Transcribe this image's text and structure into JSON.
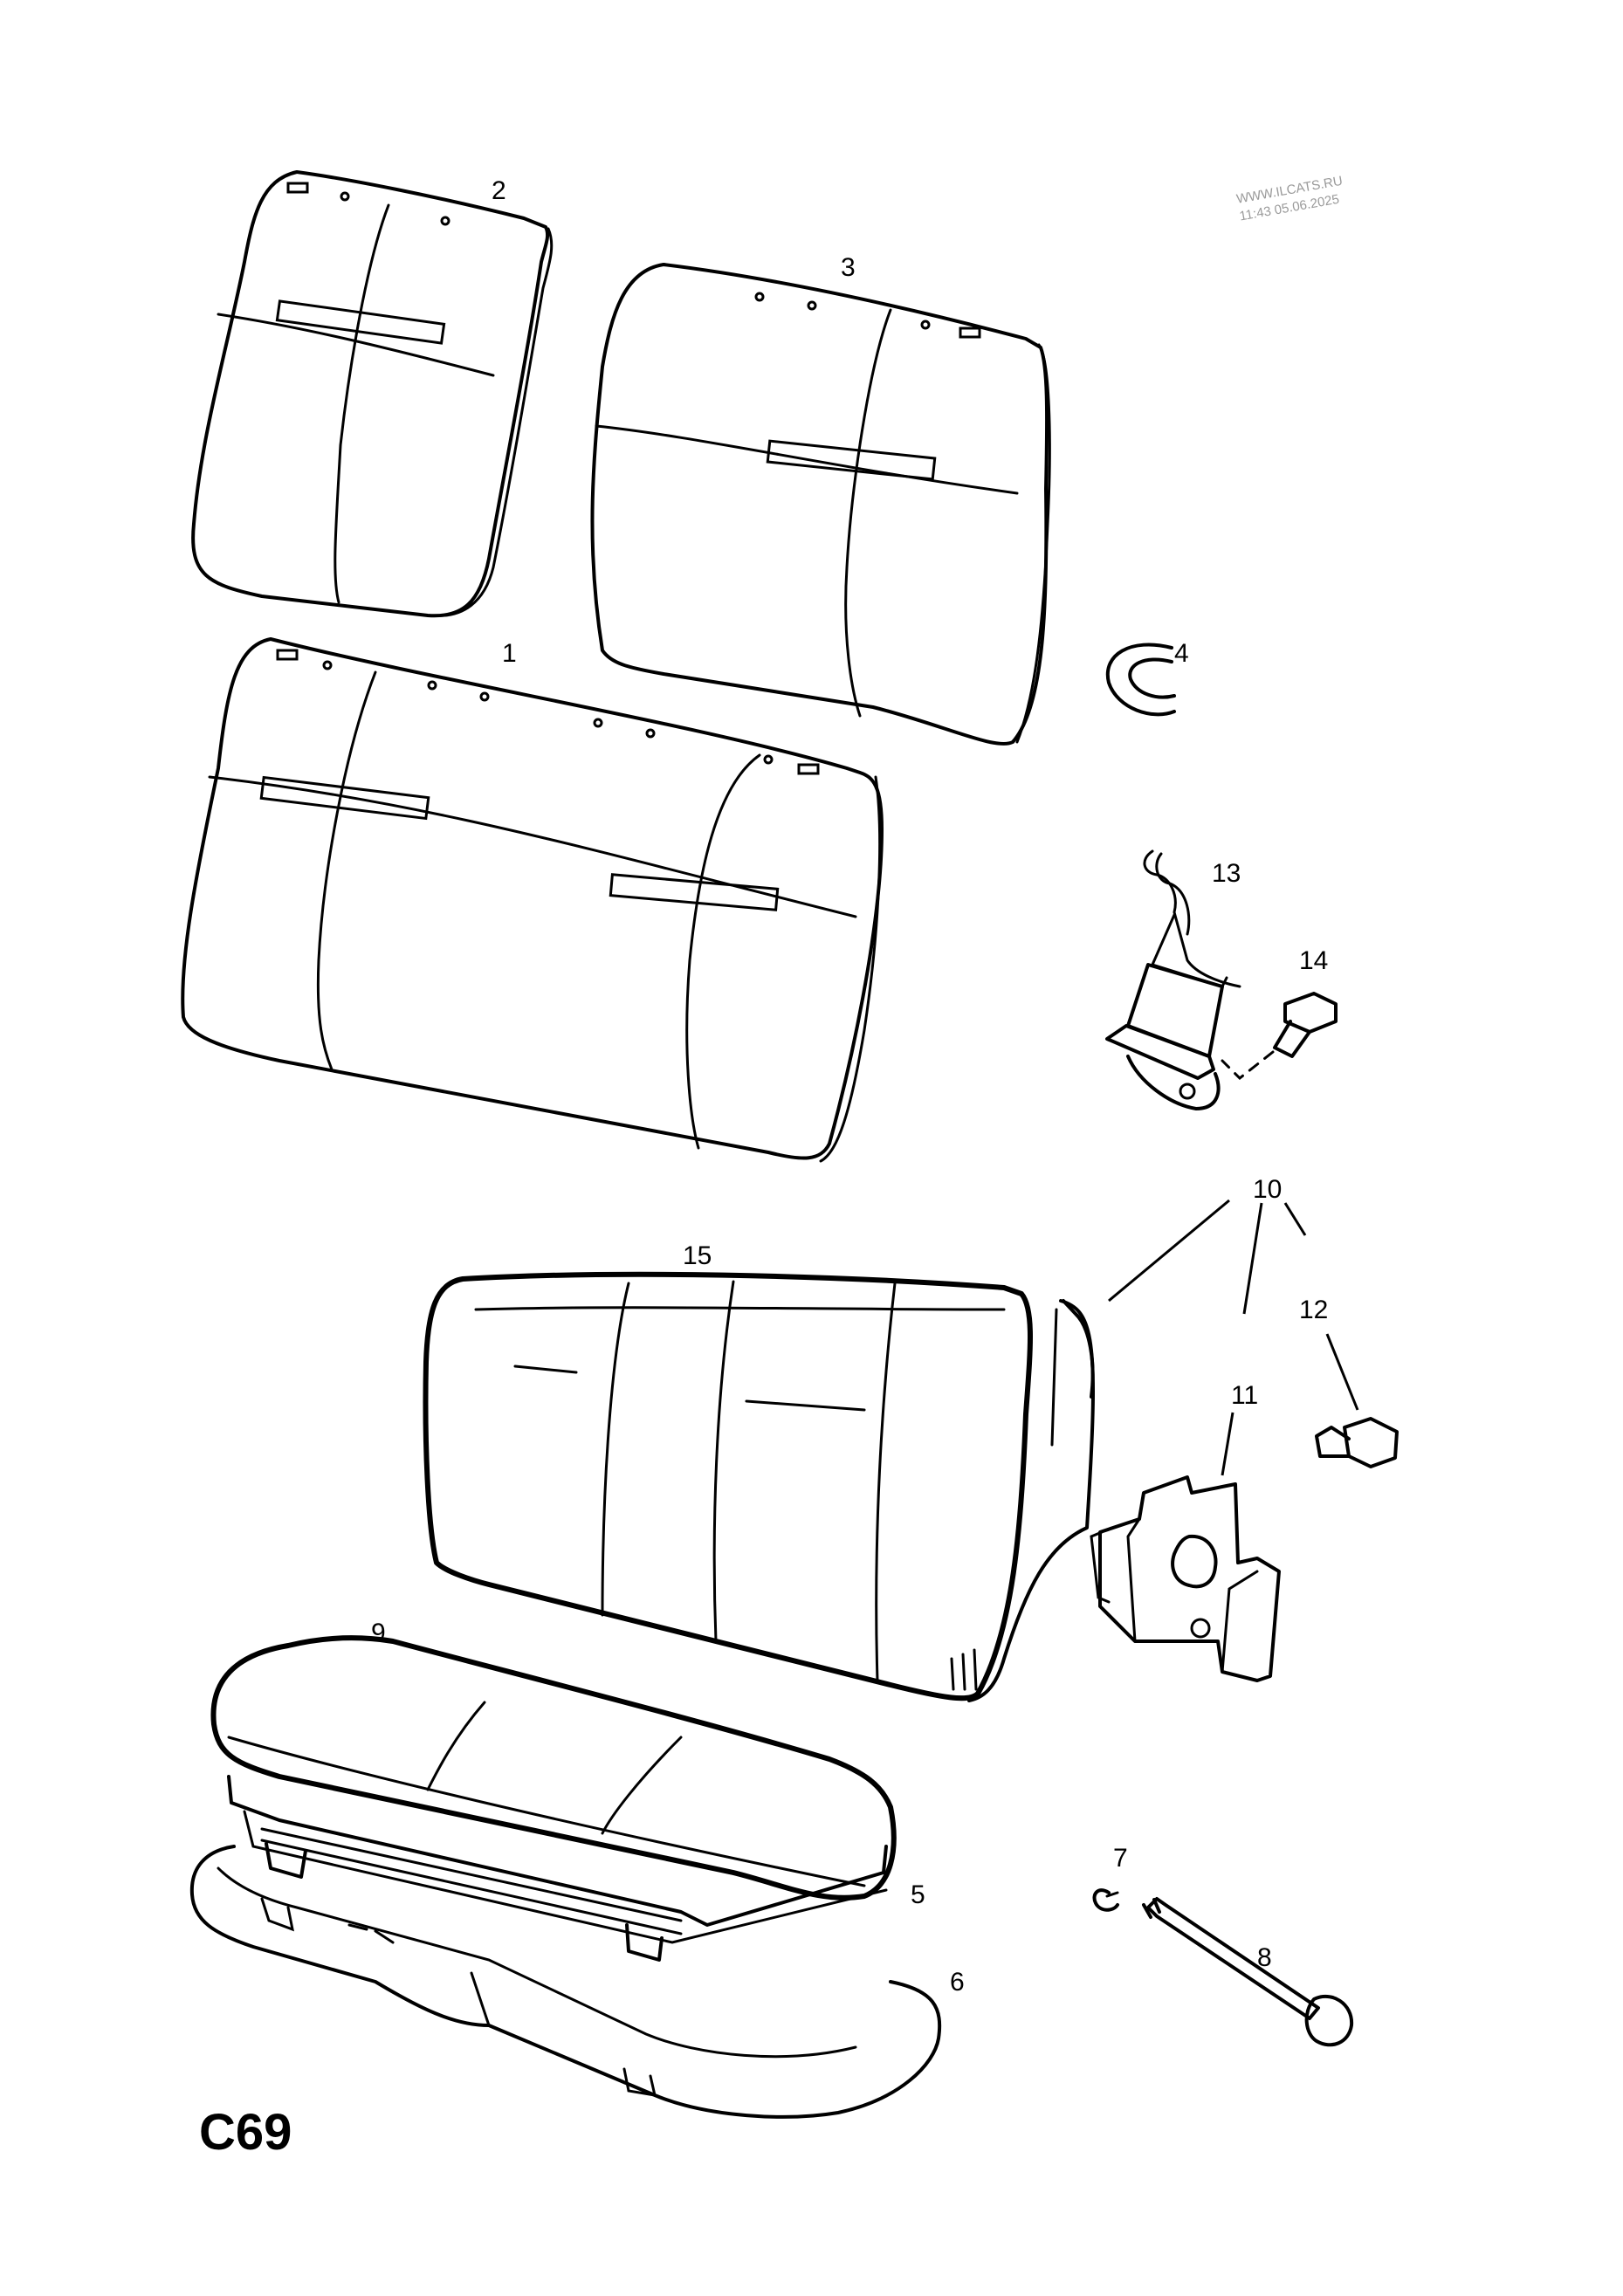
{
  "watermark": {
    "line1": "WWW.ILCATS.RU",
    "line2": "11:43 05.06.2025"
  },
  "page_code": "C69",
  "callouts": [
    "1",
    "2",
    "3",
    "4",
    "5",
    "6",
    "7",
    "8",
    "9",
    "10",
    "11",
    "12",
    "13",
    "14",
    "15"
  ]
}
